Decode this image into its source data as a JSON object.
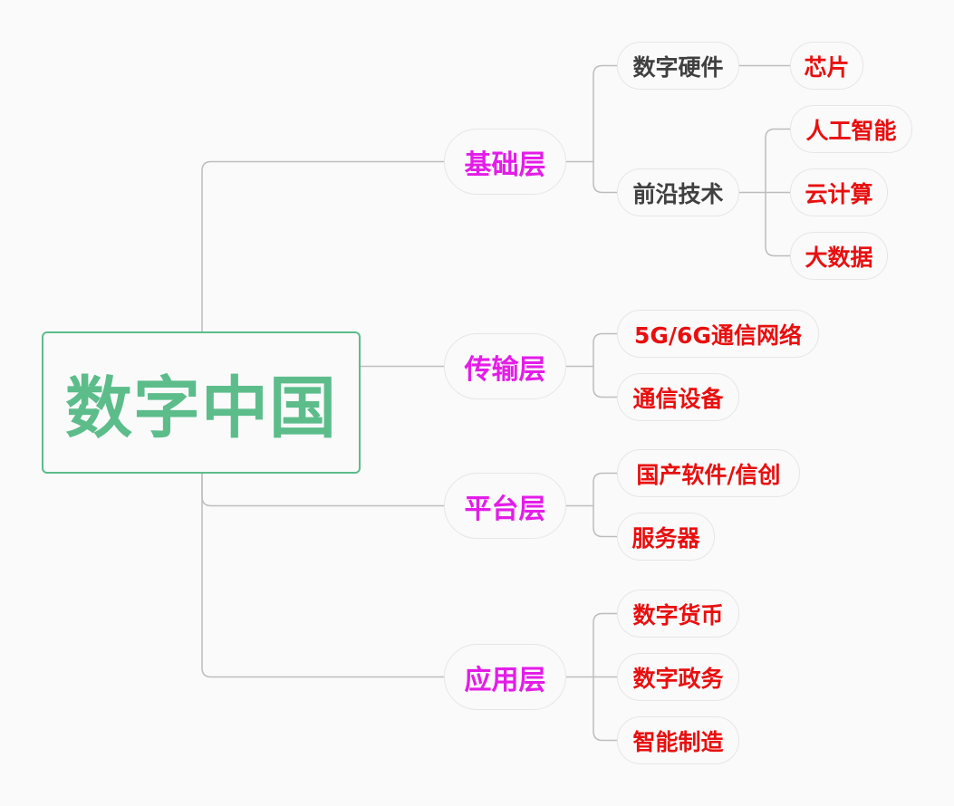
{
  "root": {
    "label": "数字中国",
    "color": "#5cbd8b"
  },
  "colors": {
    "layer": "#e41ce8",
    "group": "#404040",
    "leaf": "#e80f0f",
    "line": "#bdbdbd"
  },
  "layers": [
    {
      "label": "基础层",
      "children": [
        {
          "label": "数字硬件",
          "children": [
            {
              "label": "芯片"
            }
          ]
        },
        {
          "label": "前沿技术",
          "children": [
            {
              "label": "人工智能"
            },
            {
              "label": "云计算"
            },
            {
              "label": "大数据"
            }
          ]
        }
      ]
    },
    {
      "label": "传输层",
      "children": [
        {
          "label": "5G/6G通信网络"
        },
        {
          "label": "通信设备"
        }
      ]
    },
    {
      "label": "平台层",
      "children": [
        {
          "label": "国产软件/信创"
        },
        {
          "label": "服务器"
        }
      ]
    },
    {
      "label": "应用层",
      "children": [
        {
          "label": "数字货币"
        },
        {
          "label": "数字政务"
        },
        {
          "label": "智能制造"
        }
      ]
    }
  ]
}
